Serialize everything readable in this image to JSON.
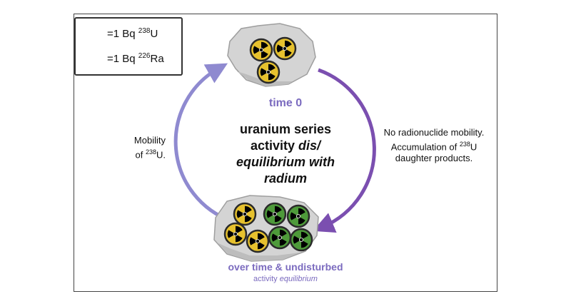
{
  "legend": {
    "items": [
      {
        "prefix": "=1 Bq ",
        "mass": "238",
        "element": "U",
        "icon": "radiation-yellow-icon",
        "color": "#e6c12e"
      },
      {
        "prefix": "=1 Bq ",
        "mass": "226",
        "element": "Ra",
        "icon": "radiation-green-icon",
        "color": "#4e9a3a"
      }
    ]
  },
  "top": {
    "label": "time 0"
  },
  "center": {
    "line1": "uranium series",
    "line2": "activity ",
    "line2_em": "dis/",
    "line3": "equilibrium with",
    "line4": "radium"
  },
  "left_arrow": {
    "line1": "Mobility",
    "line2_prefix": "of ",
    "line2_mass": "238",
    "line2_suffix": "U."
  },
  "right_arrow": {
    "line1": "No radionuclide mobility.",
    "line2_prefix": "Accumulation of ",
    "line2_mass": "238",
    "line2_suffix": "U",
    "line3": "daughter products."
  },
  "bottom": {
    "label": "over time & undisturbed",
    "sub_prefix": "activity ",
    "sub_em": "equilibrium"
  },
  "colors": {
    "uranium": "#e6c12e",
    "radium": "#4e9a3a",
    "arrow_left": "#8f8ad0",
    "arrow_right": "#7b4fb0",
    "label_purple": "#7b6bbf"
  }
}
